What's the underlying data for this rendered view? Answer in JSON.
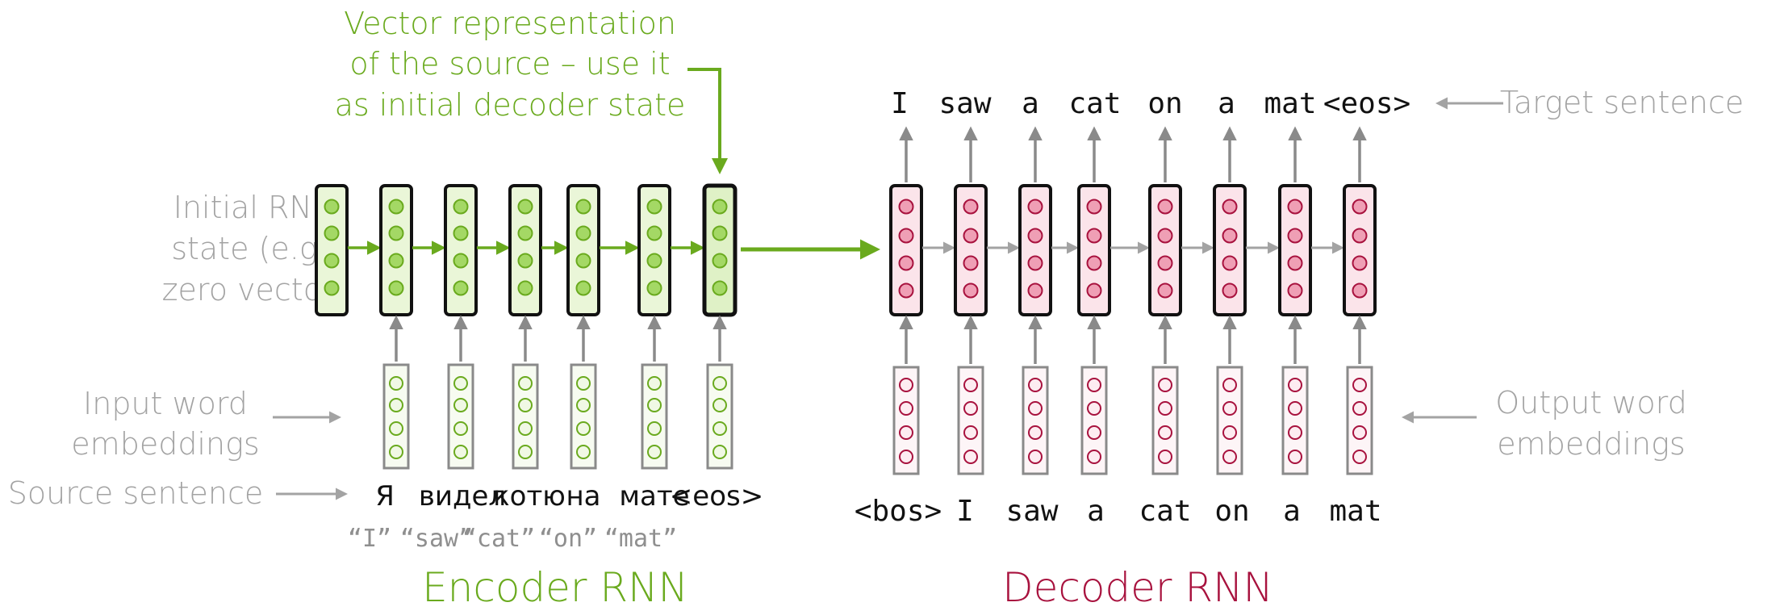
{
  "colors": {
    "encoder": "#6aaa1e",
    "encoder_fill": "#eaf6d8",
    "encoder_dot": "#a4d865",
    "decoder": "#a8123e",
    "decoder_fill": "#fbe4ea",
    "decoder_dot": "#ef9fb5",
    "gray": "#a3a3a3",
    "arrow_gray": "#8a8a8a",
    "text": "#111111"
  },
  "annotation": {
    "vector_representation": [
      "Vector representation",
      "of the source – use it",
      "as initial decoder state"
    ]
  },
  "labels": {
    "initial_state": [
      "Initial RNN",
      "state (e.g.,",
      "zero vector)"
    ],
    "input_embeddings": [
      "Input word",
      "embeddings"
    ],
    "source_sentence": "Source sentence",
    "target_sentence": "Target sentence",
    "output_embeddings": [
      "Output word",
      "embeddings"
    ],
    "encoder_title": "Encoder RNN",
    "decoder_title": "Decoder RNN"
  },
  "source_tokens": [
    "Я",
    "видел",
    "котю",
    "на",
    "мате",
    "<eos>"
  ],
  "source_glosses": [
    "“I”",
    "“saw”",
    "“cat”",
    "“on”",
    "“mat”"
  ],
  "decoder_input_tokens": [
    "<bos>",
    "I",
    "saw",
    "a",
    "cat",
    "on",
    "a",
    "mat"
  ],
  "target_tokens": [
    "I",
    "saw",
    "a",
    "cat",
    "on",
    "a",
    "mat",
    "<eos>"
  ]
}
